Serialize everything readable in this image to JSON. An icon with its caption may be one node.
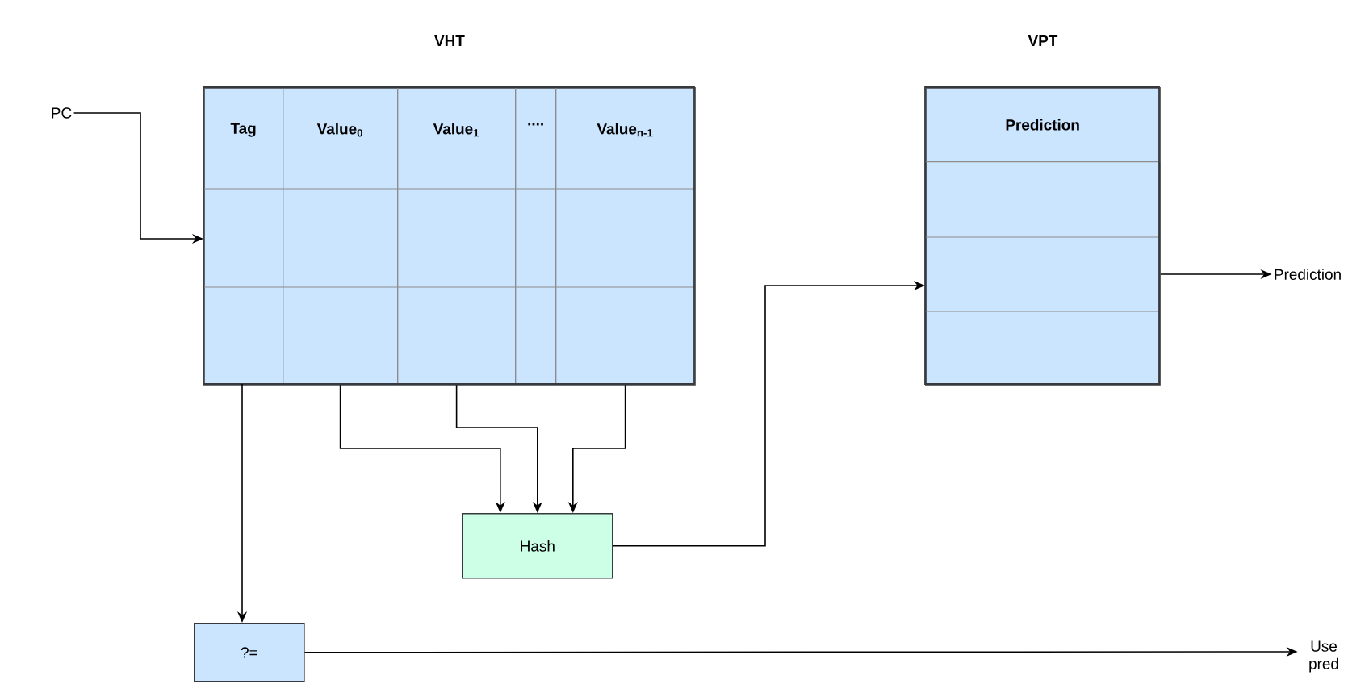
{
  "diagram": {
    "nodes": [
      {
        "text": [
          "VHT"
        ]
      },
      {
        "text": [
          "Tag"
        ],
        "in": 0
      },
      {
        "text": [
          "Value$_{0}$"
        ],
        "in": 0
      },
      {
        "text": [
          "Value$_{1}$"
        ],
        "in": 0
      },
      {
        "text": [
          "...."
        ],
        "in": 0
      },
      {
        "text": [
          "Value$_{n-1}$"
        ],
        "in": 0
      },
      {
        "text": [
          "PC"
        ]
      },
      {
        "text": [
          "VPT"
        ]
      },
      {
        "text": [
          "Prediction"
        ],
        "in": 7
      },
      {
        "text": [
          "Hash"
        ]
      },
      {
        "text": [
          "?="
        ]
      },
      {
        "text": [
          "Prediction"
        ]
      },
      {
        "text": [
          "Use pred"
        ]
      }
    ],
    "edges": [
      {
        "from": 6,
        "to": 0,
        "arrow": "to"
      },
      {
        "from": 1,
        "to": 10,
        "arrow": "to"
      },
      {
        "from": 2,
        "to": 9,
        "arrow": "to"
      },
      {
        "from": 3,
        "to": 9,
        "arrow": "to"
      },
      {
        "from": 5,
        "to": 9,
        "arrow": "to"
      },
      {
        "from": 9,
        "to": 7,
        "arrow": "to"
      },
      {
        "from": 7,
        "to": 11,
        "arrow": "to"
      },
      {
        "from": 10,
        "to": 12,
        "arrow": "to"
      }
    ]
  }
}
